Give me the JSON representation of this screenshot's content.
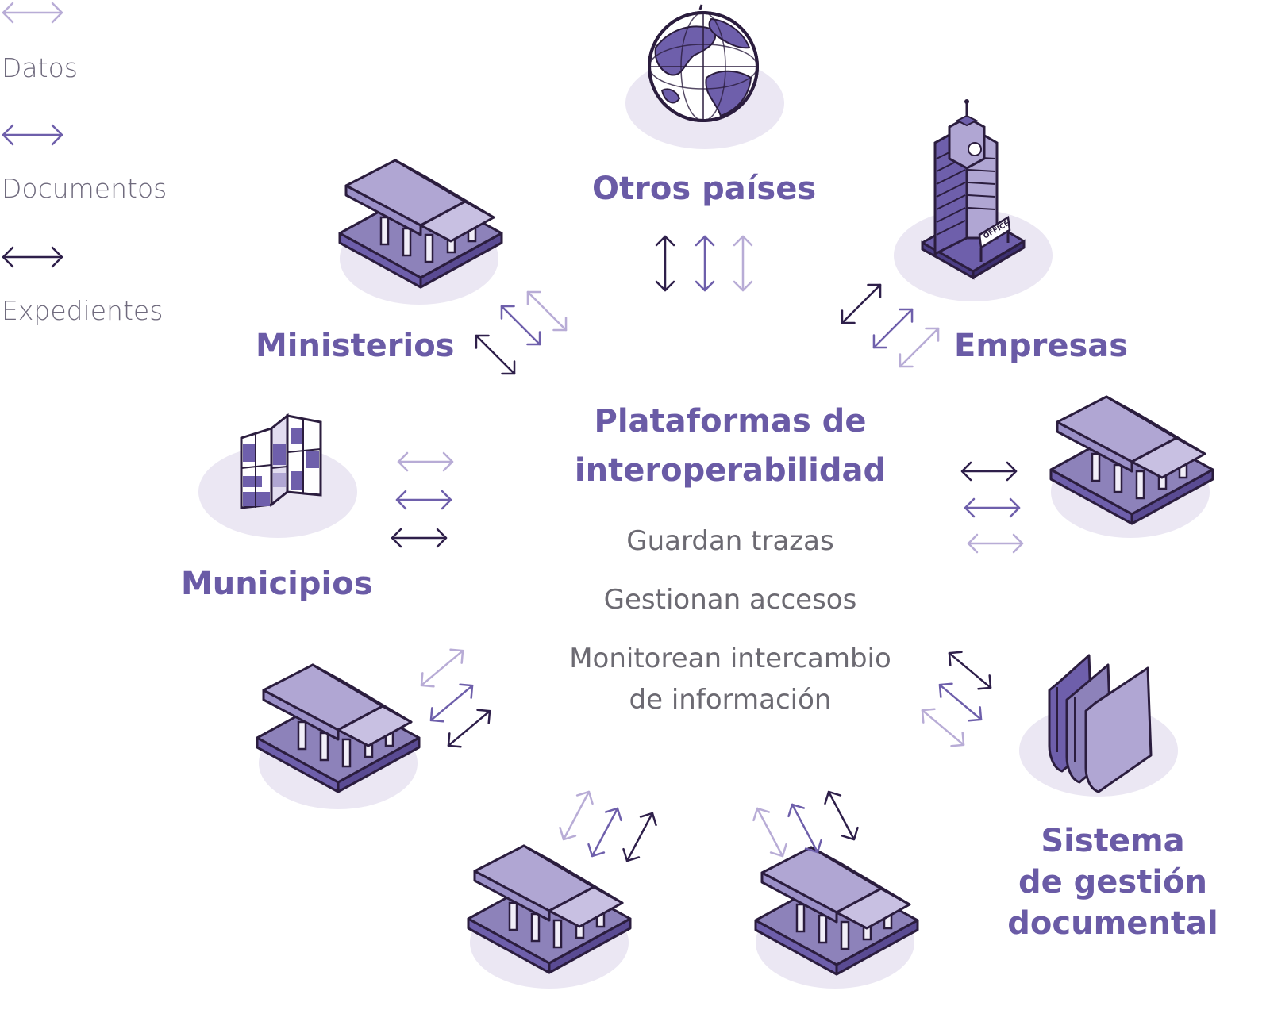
{
  "legend": {
    "items": [
      {
        "label": "Datos",
        "color": "#b8acd6"
      },
      {
        "label": "Documentos",
        "color": "#6e5fab"
      },
      {
        "label": "Expedientes",
        "color": "#2e1f4a"
      }
    ]
  },
  "center": {
    "title_line1": "Plataformas de",
    "title_line2": "interoperabilidad",
    "functions": [
      "Guardan trazas",
      "Gestionan accesos",
      "Monitorean intercambio",
      "de información"
    ]
  },
  "nodes": {
    "otros_paises": {
      "label": "Otros países",
      "icon": "globe-icon"
    },
    "empresas": {
      "label": "Empresas",
      "icon": "office-tower-icon"
    },
    "ministerios": {
      "label": "Ministerios",
      "icon": "government-building-icon"
    },
    "municipios": {
      "label": "Municipios",
      "icon": "map-icon"
    },
    "sistema": {
      "label_line1": "Sistema",
      "label_line2": "de gestión",
      "label_line3": "documental",
      "icon": "folders-icon"
    }
  },
  "colors": {
    "accent": "#6a5ba6",
    "platform_shadow": "#ebe7f3",
    "building_fill": "#b0a6d3",
    "dark_outline": "#2b1d3e"
  }
}
